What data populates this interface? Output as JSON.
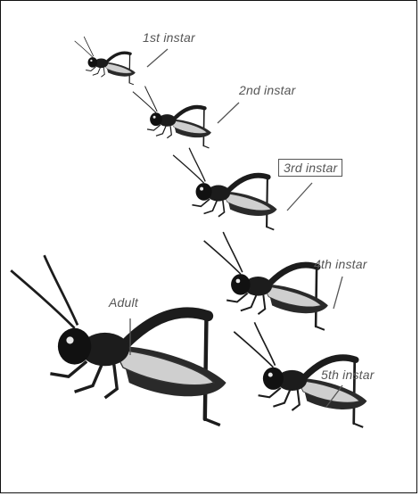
{
  "labels": {
    "instar1": "1st instar",
    "instar2": "2nd instar",
    "instar3": "3rd instar",
    "instar4": "4th instar",
    "instar5": "5th instar",
    "adult": "Adult"
  },
  "colors": {
    "body_dark": "#1c1c1c",
    "wing_light": "#cfcfcf",
    "leader_line": "#555555",
    "frame": "#111111"
  }
}
